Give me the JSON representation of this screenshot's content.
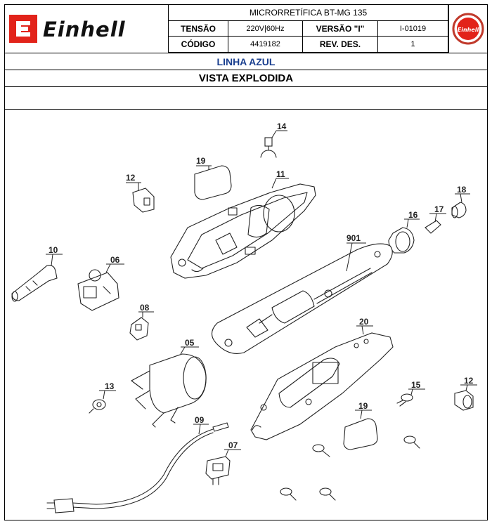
{
  "header": {
    "brand": "Einhell",
    "product_title": "MICRORRETÍFICA BT-MG 135",
    "tensao_label": "TENSÃO",
    "tensao_value": "220V|60Hz",
    "versao_label": "VERSÃO \"I\"",
    "versao_value": "I-01019",
    "codigo_label": "CÓDIGO",
    "codigo_value": "4419182",
    "rev_label": "REV. DES.",
    "rev_value": "1",
    "seal_text": "Einhell"
  },
  "bands": {
    "line": "LINHA AZUL",
    "view": "VISTA EXPLODIDA"
  },
  "parts": {
    "p14": "14",
    "p19a": "19",
    "p12a": "12",
    "p11": "11",
    "p18": "18",
    "p16": "16",
    "p17": "17",
    "p901": "901",
    "p10": "10",
    "p06": "06",
    "p08": "08",
    "p20": "20",
    "p05": "05",
    "p13": "13",
    "p15": "15",
    "p12b": "12",
    "p19b": "19",
    "p09": "09",
    "p07": "07"
  },
  "colors": {
    "brand_red": "#e2231a",
    "line_blue": "#1a3f8f"
  }
}
